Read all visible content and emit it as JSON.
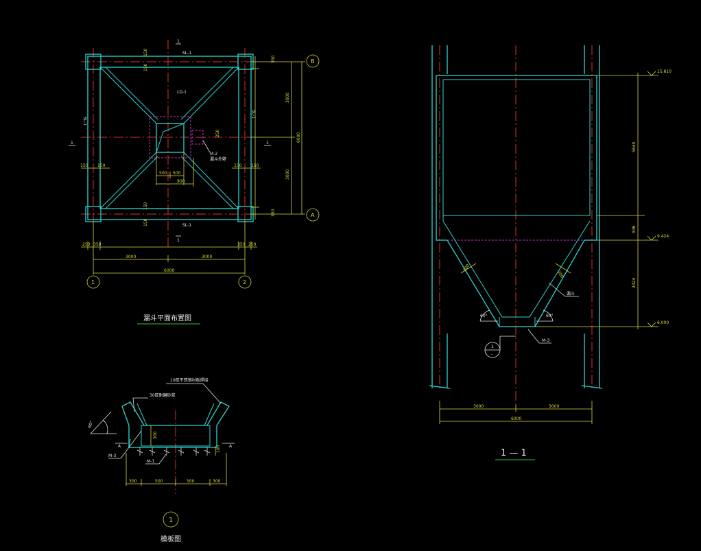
{
  "plan": {
    "title": "漏斗平面布置图",
    "beam_top": "SL-1",
    "beam_bottom": "SL-1",
    "beam_left": "SL-1",
    "beam_right": "SL-1",
    "center_label": "LD-1",
    "embed_label": "M-2",
    "hopper_label": "漏斗外壁",
    "section_mark": "1",
    "axis_1": "1",
    "axis_2": "2",
    "axis_a": "A",
    "axis_b": "B",
    "dims": {
      "d150": "150",
      "d350": "350",
      "d250": "250",
      "d500": "500",
      "d900": "900",
      "d3000": "3000",
      "d6000": "6000"
    }
  },
  "section": {
    "title": "1 — 1",
    "elev_top": "15.810",
    "elev_mid": "9.424",
    "elev_bot": "6.000",
    "dim_5640": "5640",
    "dim_946": "946",
    "dim_3424": "3424",
    "dim_3000a": "3000",
    "dim_3000b": "3000",
    "dim_6000": "6000",
    "dim_300": "300",
    "angle": "60°",
    "label_liner": "漏斗",
    "label_m3": "M-3",
    "detail_num": "1",
    "detail_sub": "-"
  },
  "detail": {
    "title": "模板图",
    "circle_num": "1",
    "note_top": "10厚不锈钢衬板焊接",
    "note_left": "30厚耐磨砂浆",
    "label_m3": "M-3",
    "label_m1": "M-1",
    "label_a_left": "A",
    "label_a_right": "A",
    "angle": "60°",
    "dim_300a": "300",
    "dim_500a": "500",
    "dim_500b": "500",
    "dim_300b": "300",
    "dim_h": "300",
    "dim_100": "100"
  },
  "colors": {
    "background": "#000000",
    "structure": "#2ad6d0",
    "dimension": "#d8d840",
    "centerline": "#e03030",
    "hidden": "#c030c0",
    "text": "#e6e6e6"
  }
}
